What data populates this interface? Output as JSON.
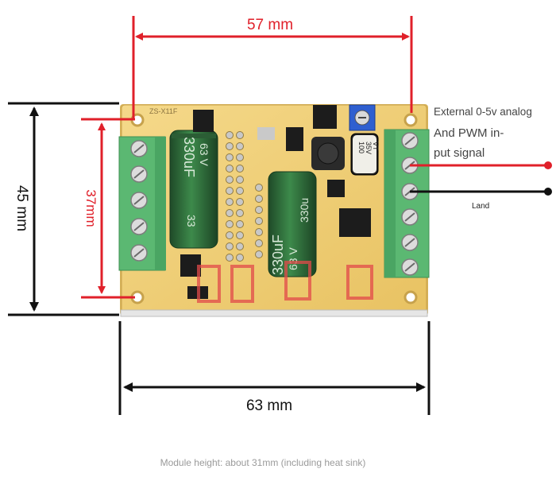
{
  "dimensions": {
    "top_width": "57 mm",
    "bottom_width": "63 mm",
    "outer_height": "45 mm",
    "inner_height": "37mm"
  },
  "board": {
    "silkscreen": "ZS-X11F",
    "cap_left": {
      "value": "330uF",
      "volt": "63 V",
      "code": "33"
    },
    "cap_right": {
      "value": "330uF",
      "volt": "63 V",
      "code": "330u"
    },
    "small_cap": {
      "line1": "100",
      "line2": "35V",
      "line3": "VT"
    }
  },
  "labels": {
    "input_line1": "External 0-5v analog",
    "input_line2": "And PWM in-",
    "input_line3": "put signal",
    "ground": "Land"
  },
  "footer": {
    "note": "Module height: about 31mm (including heat sink)"
  },
  "colors": {
    "dimension_red": "#e0202a",
    "dimension_black": "#111111",
    "pcb": "#f1cf7a",
    "terminal_green": "#5bb872",
    "capacitor": "#2f6b3a"
  }
}
